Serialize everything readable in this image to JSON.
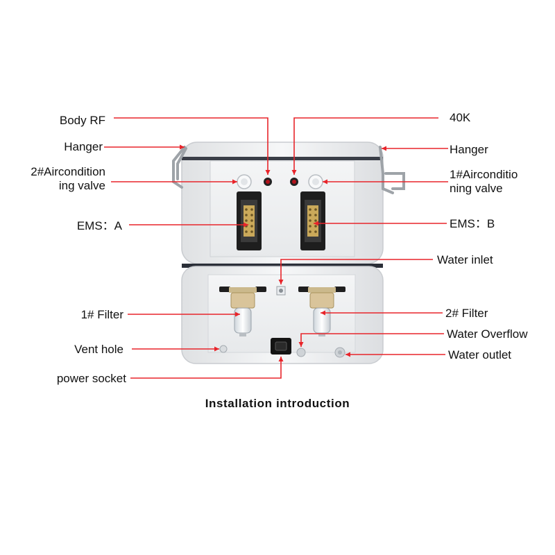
{
  "labels": {
    "body_rf": "Body RF",
    "k40": "40K",
    "hanger_left": "Hanger",
    "hanger_right": "Hanger",
    "aircon2_line1": "2#Aircondition",
    "aircon2_line2": "ing valve",
    "aircon1_line1": "1#Airconditio",
    "aircon1_line2": "ning valve",
    "ems_a": "EMS：A",
    "ems_b": "EMS：B",
    "water_inlet": "Water inlet",
    "filter1": "1# Filter",
    "filter2": "2# Filter",
    "water_overflow": "Water Overflow",
    "vent_hole": "Vent hole",
    "water_outlet": "Water outlet",
    "power_socket": "power socket"
  },
  "caption": "Installation introduction",
  "colors": {
    "leader_line": "#e8242a",
    "device_body": "#f2f3f4",
    "device_outline": "#c9ccd0",
    "divider_band": "#2b2f38",
    "connector": "#1e1e1e",
    "connector_pins": "#caa95a",
    "filter_head": "#d9c49a"
  }
}
